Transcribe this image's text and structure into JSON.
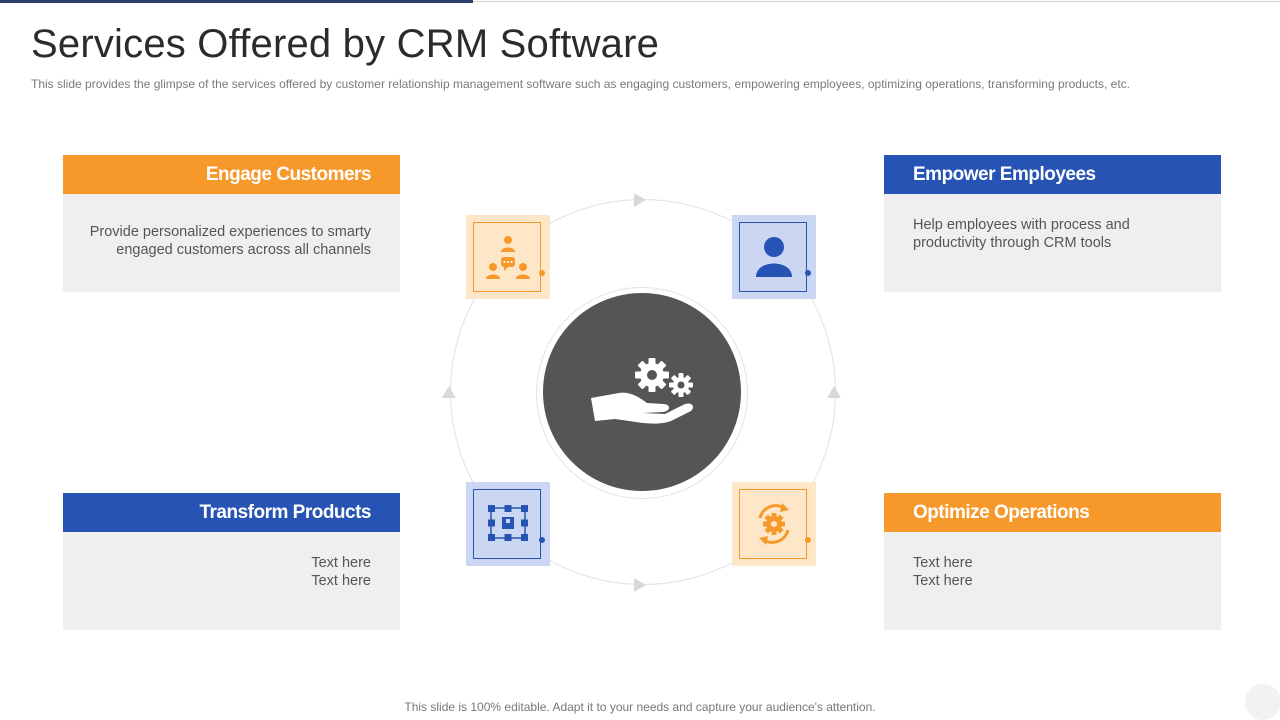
{
  "slide": {
    "title": "Services Offered by CRM Software",
    "subtitle": "This slide provides the glimpse of the services offered by customer relationship management software such as engaging customers, empowering employees, optimizing operations, transforming products, etc.",
    "footer": "This slide is 100% editable. Adapt it to your needs and capture your audience's attention."
  },
  "cards": {
    "engage": {
      "title": "Engage Customers",
      "line1": "Provide personalized experiences to smarty",
      "line2": "engaged customers across all channels"
    },
    "empower": {
      "title": "Empower Employees",
      "line1": "Help employees with process and",
      "line2": "productivity through CRM tools"
    },
    "transform": {
      "title": "Transform Products",
      "line1": "Text here",
      "line2": "Text here"
    },
    "optimize": {
      "title": "Optimize Operations",
      "line1": "Text here",
      "line2": "Text here"
    }
  },
  "icons": {
    "center": "hand-with-gears-icon",
    "engage": "people-chat-icon",
    "empower": "user-icon",
    "transform": "product-box-icon",
    "optimize": "gear-refresh-icon"
  },
  "colors": {
    "orange": "#f7982a",
    "blue": "#2753b4",
    "center": "#555555",
    "card_body": "#efefef"
  }
}
